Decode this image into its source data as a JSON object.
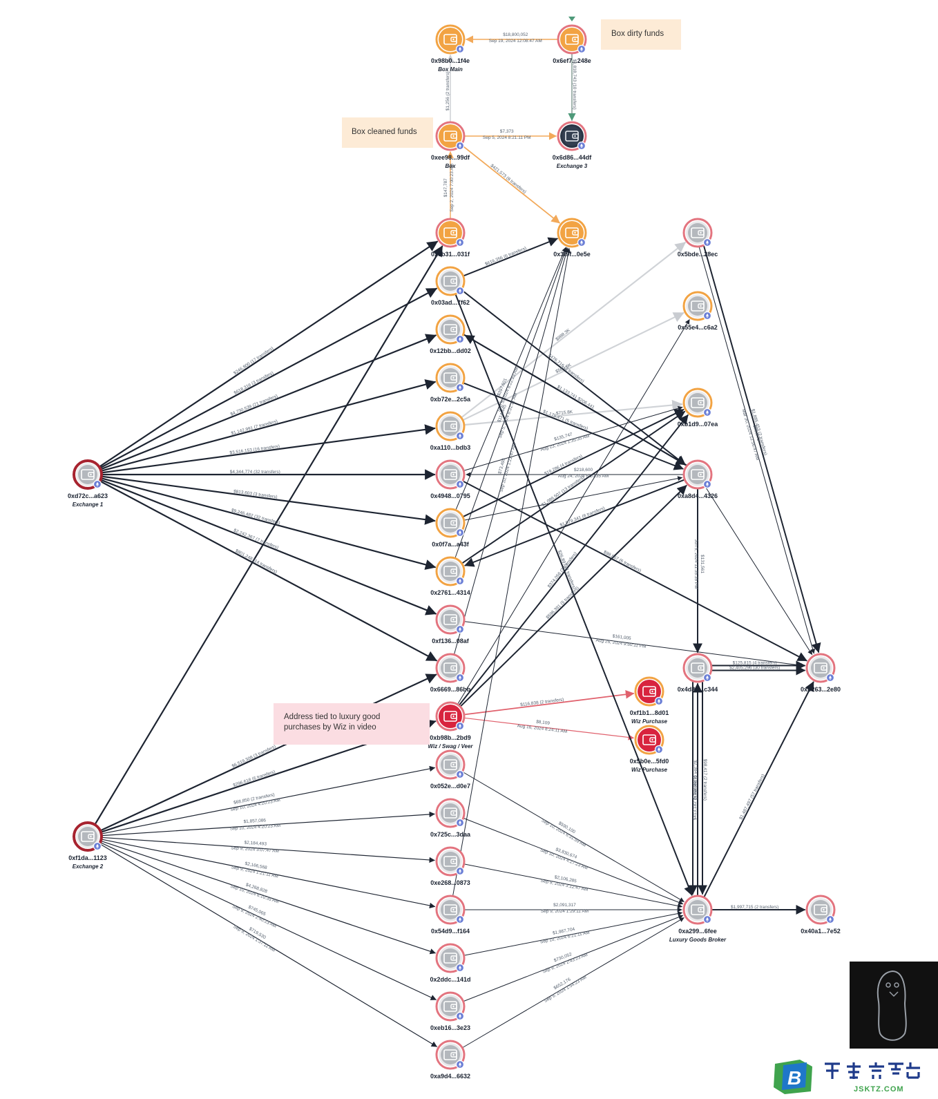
{
  "notes": {
    "box_dirty": "Box dirty funds",
    "box_cleaned": "Box cleaned funds",
    "luxury_line1": "Address tied to luxury good",
    "luxury_line2": "purchases by Wiz in video"
  },
  "colors": {
    "orange": "#f2a343",
    "red": "#d8243e",
    "pink_ring": "#e3747f",
    "gray_fill": "#b4b8bd",
    "exchange_ring": "#a7232f",
    "dark_fill": "#333f50",
    "edge_dark": "#1d2431",
    "edge_orange": "#f2a95a",
    "edge_red": "#e0606c",
    "edge_gray": "#d0d3d7",
    "eth_badge": "#6b7fd6"
  },
  "nodes": [
    {
      "id": "0x98b0",
      "label": "0x98b0...1f4e",
      "sub": "Box Main",
      "style": "orange"
    },
    {
      "id": "0x6ef7",
      "label": "0x6ef7...248e",
      "sub": "",
      "style": "orange-pink"
    },
    {
      "id": "0xee98",
      "label": "0xee98...99df",
      "sub": "Box",
      "style": "orange-pink"
    },
    {
      "id": "0x6d86",
      "label": "0x6d86...44df",
      "sub": "Exchange 3",
      "style": "dark"
    },
    {
      "id": "0x9b31",
      "label": "0x9b31...031f",
      "sub": "",
      "style": "orange-pink"
    },
    {
      "id": "0x3f9f",
      "label": "0x3f9f...0e5e",
      "sub": "",
      "style": "orange"
    },
    {
      "id": "0x5bde",
      "label": "0x5bde...28ec",
      "sub": "",
      "style": "gray-pink"
    },
    {
      "id": "0x03ad",
      "label": "0x03ad...7f62",
      "sub": "",
      "style": "gray-orange"
    },
    {
      "id": "0x55e4",
      "label": "0x55e4...c6a2",
      "sub": "",
      "style": "gray-orange"
    },
    {
      "id": "0x12bb",
      "label": "0x12bb...dd02",
      "sub": "",
      "style": "gray-orange"
    },
    {
      "id": "0xb72e",
      "label": "0xb72e...2c5a",
      "sub": "",
      "style": "gray-orange"
    },
    {
      "id": "0xb1d9",
      "label": "0xb1d9...07ea",
      "sub": "",
      "style": "gray-orange"
    },
    {
      "id": "0xa110",
      "label": "0xa110...bdb3",
      "sub": "",
      "style": "gray-orange"
    },
    {
      "id": "0xd72c",
      "label": "0xd72c...a623",
      "sub": "Exchange 1",
      "style": "exchange"
    },
    {
      "id": "0x4948",
      "label": "0x4948...0795",
      "sub": "",
      "style": "gray-pink"
    },
    {
      "id": "0xa8d4",
      "label": "0xa8d4...4326",
      "sub": "",
      "style": "gray-pink"
    },
    {
      "id": "0x0f7a",
      "label": "0x0f7a...a43f",
      "sub": "",
      "style": "gray-orange"
    },
    {
      "id": "0x2761",
      "label": "0x2761...4314",
      "sub": "",
      "style": "gray-orange"
    },
    {
      "id": "0xf136",
      "label": "0xf136...08af",
      "sub": "",
      "style": "gray-pink"
    },
    {
      "id": "0x4d8d",
      "label": "0x4d8d...c344",
      "sub": "",
      "style": "gray-pink"
    },
    {
      "id": "0xb263",
      "label": "0xb263...2e80",
      "sub": "",
      "style": "gray-pink"
    },
    {
      "id": "0x6669",
      "label": "0x6669...86bb",
      "sub": "",
      "style": "gray-pink"
    },
    {
      "id": "0xb98b",
      "label": "0xb98b...2bd9",
      "sub": "Wiz / Swag / Veer",
      "style": "red"
    },
    {
      "id": "0xf1b1",
      "label": "0xf1b1...8d01",
      "sub": "Wiz Purchase",
      "style": "red-orange"
    },
    {
      "id": "0x5b0e",
      "label": "0x5b0e...5fd0",
      "sub": "Wiz Purchase",
      "style": "red-orange"
    },
    {
      "id": "0x052e",
      "label": "0x052e...d0e7",
      "sub": "",
      "style": "gray-pink"
    },
    {
      "id": "0xf1da",
      "label": "0xf1da...1123",
      "sub": "Exchange 2",
      "style": "exchange"
    },
    {
      "id": "0x725c",
      "label": "0x725c...3daa",
      "sub": "",
      "style": "gray-pink"
    },
    {
      "id": "0xe268",
      "label": "0xe268...0873",
      "sub": "",
      "style": "gray-pink"
    },
    {
      "id": "0x54d9",
      "label": "0x54d9...f164",
      "sub": "",
      "style": "gray-pink"
    },
    {
      "id": "0xa299",
      "label": "0xa299...6fee",
      "sub": "Luxury Goods Broker",
      "style": "gray-pink"
    },
    {
      "id": "0x40a1",
      "label": "0x40a1...7e52",
      "sub": "",
      "style": "gray-pink"
    },
    {
      "id": "0x2ddc",
      "label": "0x2ddc...141d",
      "sub": "",
      "style": "gray-pink"
    },
    {
      "id": "0xeb16",
      "label": "0xeb16...3e23",
      "sub": "",
      "style": "gray-pink"
    },
    {
      "id": "0xa9d4",
      "label": "0xa9d4...6632",
      "sub": "",
      "style": "gray-pink"
    }
  ],
  "edges": [
    {
      "from": "0x6ef7",
      "to": "0x98b0",
      "color": "orange",
      "width": 1.6,
      "label": "$18,800,052",
      "label2": "Sep 19, 2024 12:08:47 AM"
    },
    {
      "from": "0xee98",
      "to": "0x98b0",
      "color": "gray",
      "width": 1.6,
      "label": "$1,256 (2 transfers)",
      "label2": ""
    },
    {
      "from": "0x6ef7",
      "to": "0x6d86",
      "color": "green",
      "width": 1.6,
      "label": "$1,818,743 (10 transfers)",
      "label2": ""
    },
    {
      "from": "0xee98",
      "to": "0x6d86",
      "color": "orange",
      "width": 1.6,
      "label": "$7,373",
      "label2": "Sep 5, 2024 8:21:11 PM"
    },
    {
      "from": "0xee98",
      "to": "0x3f9f",
      "color": "orange",
      "width": 1.8,
      "label": "$421,573 (8 transfers)",
      "label2": ""
    },
    {
      "from": "0x9b31",
      "to": "0xee98",
      "color": "orange",
      "width": 1.4,
      "label": "$147,787",
      "label2": "Sep 2, 2024 7:00:23 AM"
    },
    {
      "from": "0xd72c",
      "to": "0x9b31",
      "color": "dark",
      "width": 2.2,
      "label": "$246,800 (17 transfers)",
      "label2": ""
    },
    {
      "from": "0xd72c",
      "to": "0x03ad",
      "color": "dark",
      "width": 2.2,
      "label": "$618,316 (3 transfers)",
      "label2": ""
    },
    {
      "from": "0xd72c",
      "to": "0x12bb",
      "color": "dark",
      "width": 2.2,
      "label": "$4,730,539 (21 transfers)",
      "label2": ""
    },
    {
      "from": "0xd72c",
      "to": "0xb72e",
      "color": "dark",
      "width": 2.2,
      "label": "$1,142,991 (7 transfers)",
      "label2": ""
    },
    {
      "from": "0xd72c",
      "to": "0xa110",
      "color": "dark",
      "width": 2.2,
      "label": "$3,516,153 (16 transfers)",
      "label2": ""
    },
    {
      "from": "0xd72c",
      "to": "0x4948",
      "color": "dark",
      "width": 2.2,
      "label": "$4,344,774 (32 transfers)",
      "label2": ""
    },
    {
      "from": "0xd72c",
      "to": "0x0f7a",
      "color": "dark",
      "width": 2.2,
      "label": "$813,603 (3 transfers)",
      "label2": ""
    },
    {
      "from": "0xd72c",
      "to": "0x2761",
      "color": "dark",
      "width": 2.2,
      "label": "$9,246,482 (32 transfers)",
      "label2": ""
    },
    {
      "from": "0xd72c",
      "to": "0xf136",
      "color": "dark",
      "width": 2.2,
      "label": "$2,242,367 (7 transfers)",
      "label2": ""
    },
    {
      "from": "0xd72c",
      "to": "0x6669",
      "color": "dark",
      "width": 2.2,
      "label": "$801,248 (14 transfers)",
      "label2": ""
    },
    {
      "from": "0xf1da",
      "to": "0x9b31",
      "color": "dark",
      "width": 2.2,
      "label": "",
      "label2": ""
    },
    {
      "from": "0xf1da",
      "to": "0x6669",
      "color": "dark",
      "width": 2.2,
      "label": "$6,519,308 (3 transfers)",
      "label2": ""
    },
    {
      "from": "0xf1da",
      "to": "0xb98b",
      "color": "dark",
      "width": 2.2,
      "label": "$296,618 (6 transfers)",
      "label2": ""
    },
    {
      "from": "0xf1da",
      "to": "0x052e",
      "color": "dark",
      "width": 1.2,
      "label": "$68,850 (2 transfers)",
      "label2": "Sep 10, 2024 4:20:23 AM"
    },
    {
      "from": "0xf1da",
      "to": "0x725c",
      "color": "dark",
      "width": 1.2,
      "label": "$1,857,086",
      "label2": "Sep 10, 2024 4:20:23 AM"
    },
    {
      "from": "0xf1da",
      "to": "0xe268",
      "color": "dark",
      "width": 1.2,
      "label": "$2,184,493",
      "label2": "Sep 9, 2024 3:07:47 AM"
    },
    {
      "from": "0xf1da",
      "to": "0x54d9",
      "color": "dark",
      "width": 1.2,
      "label": "$2,166,568",
      "label2": "Sep 9, 2024 1:21:11 AM"
    },
    {
      "from": "0xf1da",
      "to": "0x2ddc",
      "color": "dark",
      "width": 1.2,
      "label": "$4,268,828",
      "label2": "Sep 10, 2024 6:10:35 AM"
    },
    {
      "from": "0xf1da",
      "to": "0xeb16",
      "color": "dark",
      "width": 1.2,
      "label": "$745,065",
      "label2": "Sep 9, 2024 2:40:23 AM"
    },
    {
      "from": "0xf1da",
      "to": "0xa9d4",
      "color": "dark",
      "width": 1.2,
      "label": "$719,530",
      "label2": "Sep 9, 2024 1:37:11 AM"
    },
    {
      "from": "0xb98b",
      "to": "0xf1b1",
      "color": "red",
      "width": 1.8,
      "label": "$116,838 (2 transfers)",
      "label2": ""
    },
    {
      "from": "0xb98b",
      "to": "0x5b0e",
      "color": "red",
      "width": 1.2,
      "label": "$8,109",
      "label2": "Aug 16, 2024 8:24:11 AM"
    },
    {
      "from": "0x03ad",
      "to": "0x3f9f",
      "color": "dark",
      "width": 2,
      "label": "$619,356 (6 transfers)",
      "label2": ""
    },
    {
      "from": "0xa110",
      "to": "0x5bde",
      "color": "gray",
      "width": 2.2,
      "label": "$988.3K",
      "label2": ""
    },
    {
      "from": "0xa110",
      "to": "0x55e4",
      "color": "gray",
      "width": 2.2,
      "label": "$566.6K",
      "label2": ""
    },
    {
      "from": "0xa110",
      "to": "0xb1d9",
      "color": "gray",
      "width": 2.2,
      "label": "$715.8K",
      "label2": ""
    },
    {
      "from": "0x0f7a",
      "to": "0x3f9f",
      "color": "dark",
      "width": 1,
      "label": "$397,601",
      "label2": "Sep 5, 2024 8:22:23 AM"
    },
    {
      "from": "0x2761",
      "to": "0x3f9f",
      "color": "dark",
      "width": 1,
      "label": "$114,445",
      "label2": "Sep 5, 2024 8:31:11 AM"
    },
    {
      "from": "0x03ad",
      "to": "0xa8d4",
      "color": "dark",
      "width": 2,
      "label": "$476,716 (2 transfers)",
      "label2": ""
    },
    {
      "from": "0x12bb",
      "to": "0xa8d4",
      "color": "dark",
      "width": 2,
      "label": "$1,133,741",
      "label2": ""
    },
    {
      "from": "0xa8d4",
      "to": "0x12bb",
      "color": "dark",
      "width": 2,
      "label": "$206,441",
      "label2": ""
    },
    {
      "from": "0xb72e",
      "to": "0xa8d4",
      "color": "dark",
      "width": 2,
      "label": "$1,175,471 (5 transfers)",
      "label2": ""
    },
    {
      "from": "0xa8d4",
      "to": "0x4948",
      "color": "dark",
      "width": 1,
      "label": "$218,600",
      "label2": "Aug 24, 2024 6:10:35 AM"
    },
    {
      "from": "0x4948",
      "to": "0xb1d9",
      "color": "dark",
      "width": 1,
      "label": "$135,747",
      "label2": "Aug 23, 2024 1:35:35 AM"
    },
    {
      "from": "0x0f7a",
      "to": "0xb1d9",
      "color": "dark",
      "width": 2,
      "label": "$19,286 (4 transfers)",
      "label2": ""
    },
    {
      "from": "0x2761",
      "to": "0xb1d9",
      "color": "dark",
      "width": 2,
      "label": "$1,089,507 (13 transfers)",
      "label2": ""
    },
    {
      "from": "0x0f7a",
      "to": "0xa8d4",
      "color": "dark",
      "width": 1,
      "label": "",
      "label2": ""
    },
    {
      "from": "0x5bde",
      "to": "0xb263",
      "color": "dark",
      "width": 2,
      "label": "$1,885,453 (2 transfers)",
      "label2": ""
    },
    {
      "from": "0x5bde",
      "to": "0xb263",
      "color": "dark",
      "width": 1,
      "label": "$99,071",
      "label2": "Mar 30, 2024 12:56:47 AM"
    },
    {
      "from": "0xa8d4",
      "to": "0xb263",
      "color": "dark",
      "width": 1,
      "label": "",
      "label2": ""
    },
    {
      "from": "0xa8d4",
      "to": "0x4d8d",
      "color": "dark",
      "width": 2,
      "label": "$131,561",
      "label2": "Jun 5, 2024 11:35:35 PM"
    },
    {
      "from": "0x4948",
      "to": "0xb263",
      "color": "dark",
      "width": 2,
      "label": "$98,867 (6 transfers)",
      "label2": ""
    },
    {
      "from": "0xf136",
      "to": "0xb263",
      "color": "dark",
      "width": 1,
      "label": "$161,005",
      "label2": "Aug 25, 2024 9:50:11 PM"
    },
    {
      "from": "0x4d8d",
      "to": "0xb263",
      "color": "dark",
      "width": 2,
      "label": "$125,815 (4 transfers)",
      "label2": ""
    },
    {
      "from": "0x4d8d",
      "to": "0xb263",
      "color": "dark",
      "width": 2,
      "label": "$2,405,296 (30 transfers)",
      "label2": ""
    },
    {
      "from": "0xa8d4",
      "to": "0x2761",
      "color": "dark",
      "width": 2,
      "label": "$1,579,341 (8 transfers)",
      "label2": ""
    },
    {
      "from": "0xb98b",
      "to": "0xa8d4",
      "color": "dark",
      "width": 2,
      "label": "$596,391 (5 transfers)",
      "label2": ""
    },
    {
      "from": "0xb98b",
      "to": "0xb1d9",
      "color": "dark",
      "width": 2,
      "label": "$374,056 (3 transfers)",
      "label2": ""
    },
    {
      "from": "0x6669",
      "to": "0x3f9f",
      "color": "dark",
      "width": 1,
      "label": "$73,495",
      "label2": "Sep 10, 2024 1:21:47 AM"
    },
    {
      "from": "0xb98b",
      "to": "0x55e4",
      "color": "dark",
      "width": 1,
      "label": "",
      "label2": ""
    },
    {
      "from": "0x03ad",
      "to": "0xa299",
      "color": "dark",
      "width": 2,
      "label": "$26,897 (8 transfers)",
      "label2": ""
    },
    {
      "from": "0x052e",
      "to": "0xa299",
      "color": "dark",
      "width": 1,
      "label": "$590,100",
      "label2": "Sep 10, 2024 6:31:59 AM"
    },
    {
      "from": "0x725c",
      "to": "0xa299",
      "color": "dark",
      "width": 1,
      "label": "$3,830,674",
      "label2": "Sep 10, 2024 4:27:23 AM"
    },
    {
      "from": "0xe268",
      "to": "0xa299",
      "color": "dark",
      "width": 1,
      "label": "$2,106,285",
      "label2": "Sep 9, 2024 3:12:47 AM"
    },
    {
      "from": "0x54d9",
      "to": "0xa299",
      "color": "dark",
      "width": 1,
      "label": "$2,091,317",
      "label2": "Sep 9, 2024 1:29:11 AM"
    },
    {
      "from": "0x2ddc",
      "to": "0xa299",
      "color": "dark",
      "width": 1,
      "label": "$1,987,704",
      "label2": "Sep 10, 2024 6:21:11 AM"
    },
    {
      "from": "0xeb16",
      "to": "0xa299",
      "color": "dark",
      "width": 1,
      "label": "$730,052",
      "label2": "Sep 9, 2024 2:43:23 AM"
    },
    {
      "from": "0xa9d4",
      "to": "0xa299",
      "color": "dark",
      "width": 1,
      "label": "$652,176",
      "label2": "Sep 9, 2024 1:54:23 AM"
    },
    {
      "from": "0x54d9",
      "to": "0x3f9f",
      "color": "dark",
      "width": 1,
      "label": "",
      "label2": ""
    },
    {
      "from": "0x4d8d",
      "to": "0xa299",
      "color": "dark",
      "width": 2,
      "label": "$98,417 (2 transfers)",
      "label2": ""
    },
    {
      "from": "0xa299",
      "to": "0x4d8d",
      "color": "dark",
      "width": 2,
      "label": "$413,182 (5 transfers)",
      "label2": ""
    },
    {
      "from": "0x4d8d",
      "to": "0xa299",
      "color": "dark",
      "width": 2,
      "label": "$2,384 (2 transfers)",
      "label2": ""
    },
    {
      "from": "0xa299",
      "to": "0xb263",
      "color": "dark",
      "width": 2,
      "label": "$1,487,497 (57 transfers)",
      "label2": ""
    },
    {
      "from": "0xa299",
      "to": "0x40a1",
      "color": "dark",
      "width": 2,
      "label": "$1,997,715 (2 transfers)",
      "label2": ""
    }
  ]
}
